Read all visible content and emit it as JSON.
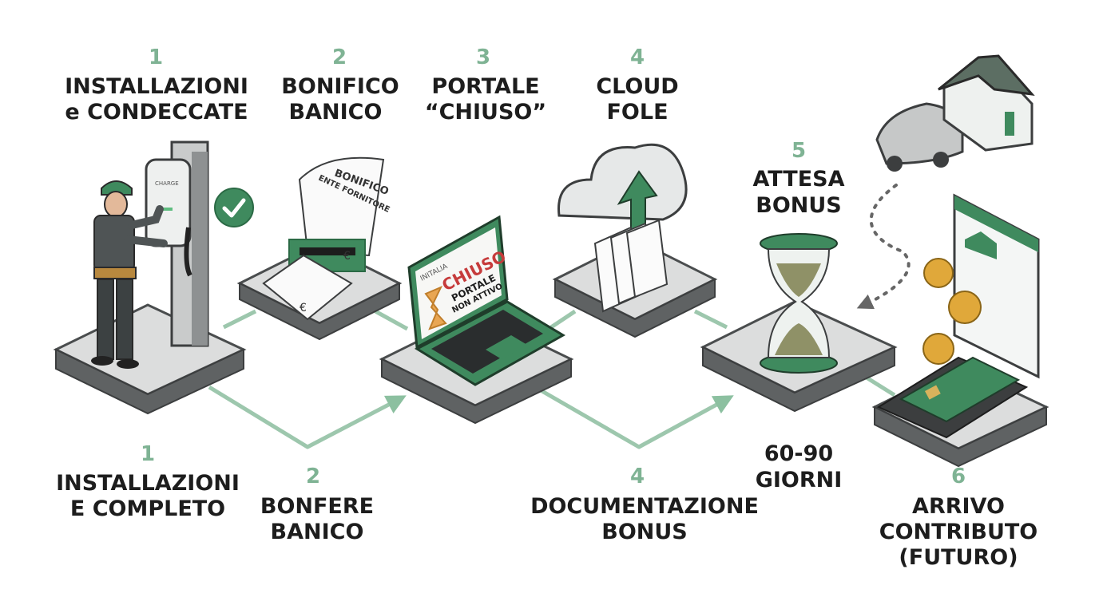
{
  "steps_top": [
    {
      "num": "1",
      "line1": "INSTALLAZIONI",
      "line2": "e CONDECCATE"
    },
    {
      "num": "2",
      "line1": "BONIFICO",
      "line2": "BANICO"
    },
    {
      "num": "3",
      "line1": "PORTALE",
      "line2": "“CHIUSO”"
    },
    {
      "num": "4",
      "line1": "CLOUD",
      "line2": "FOLE"
    },
    {
      "num": "5",
      "line1": "ATTESA",
      "line2": "BONUS"
    }
  ],
  "steps_bottom": [
    {
      "num": "1",
      "line1": "INSTALLAZIONI",
      "line2": "E COMPLETO"
    },
    {
      "num": "2",
      "line1": "BONFERE",
      "line2": "BANICO"
    },
    {
      "num": "4",
      "line1": "DOCUMENTAZIONE",
      "line2": "BONUS"
    },
    {
      "num": "6",
      "line1": "ARRIVO",
      "line2": "CONTRIBUTO",
      "line3": "(FUTURO)"
    }
  ],
  "wait_time": {
    "line1": "60-90",
    "line2": "GIORNI"
  },
  "charger_brand": "CHARGE",
  "receipt": {
    "title": "BONIFICO",
    "subtitle": "ENTE FORNITORE",
    "currency": "€"
  },
  "laptop_screen": {
    "brand": "INITALIA",
    "status": "CHIUSO",
    "line1": "PORTALE",
    "line2": "NON ATTIVO"
  },
  "colors": {
    "accent": "#3f8a5e",
    "accent_light": "#7fb394",
    "platform": "#d8d9d9",
    "platform_dark": "#5f6263",
    "text": "#1d1d1d"
  }
}
